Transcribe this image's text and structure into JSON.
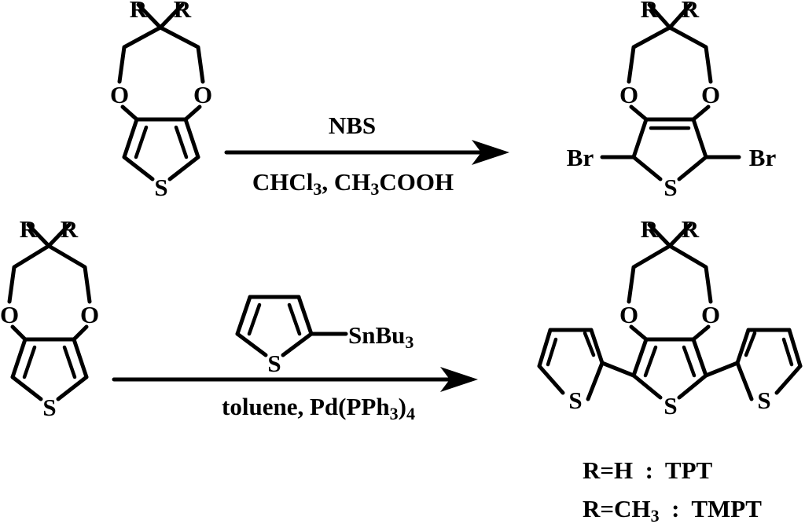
{
  "atoms": {
    "R": "R",
    "O": "O",
    "S": "S",
    "Br": "Br"
  },
  "reaction1": {
    "reagent_top": "NBS",
    "conditions": [
      {
        "text": "CHCl",
        "sub": false
      },
      {
        "text": "3",
        "sub": true
      },
      {
        "text": ", CH",
        "sub": false
      },
      {
        "text": "3",
        "sub": true
      },
      {
        "text": "COOH",
        "sub": false
      }
    ]
  },
  "reaction2": {
    "reagent_group": [
      {
        "text": "SnBu",
        "sub": false
      },
      {
        "text": "3",
        "sub": true
      }
    ],
    "conditions": [
      {
        "text": "toluene, Pd(PPh",
        "sub": false
      },
      {
        "text": "3",
        "sub": true
      },
      {
        "text": ")",
        "sub": false
      },
      {
        "text": "4",
        "sub": true
      }
    ]
  },
  "legend": {
    "line1": [
      {
        "text": "R=H  :  TPT",
        "sub": false
      }
    ],
    "line2": [
      {
        "text": "R=CH",
        "sub": false
      },
      {
        "text": "3",
        "sub": true
      },
      {
        "text": "  :  TMPT",
        "sub": false
      }
    ]
  },
  "colors": {
    "ink": "#000000",
    "background": "#ffffff"
  }
}
